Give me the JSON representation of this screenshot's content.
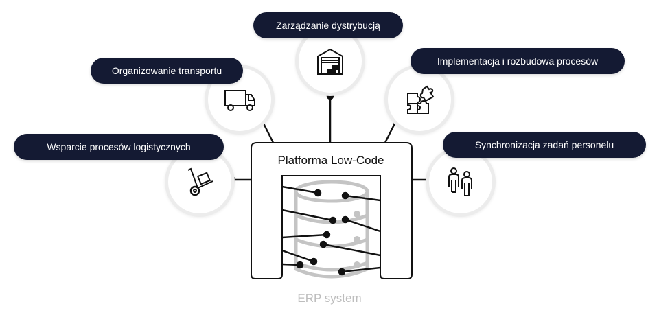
{
  "diagram": {
    "center_title": "Platforma Low-Code",
    "base_label": "ERP system",
    "colors": {
      "bubble_bg": "#141a33",
      "bubble_text": "#ffffff",
      "line": "#000000",
      "database": "#c4c4c4",
      "circle_border": "#ececec",
      "erp_text": "#bdbdbd"
    },
    "features": [
      {
        "label": "Zarządzanie dystrybucją",
        "icon": "warehouse-icon"
      },
      {
        "label": "Organizowanie transportu",
        "icon": "truck-icon"
      },
      {
        "label": "Implementacja i rozbudowa procesów",
        "icon": "puzzle-icon"
      },
      {
        "label": "Wsparcie procesów logistycznych",
        "icon": "hand-truck-icon"
      },
      {
        "label": "Synchronizacja zadań personelu",
        "icon": "people-icon"
      }
    ]
  }
}
